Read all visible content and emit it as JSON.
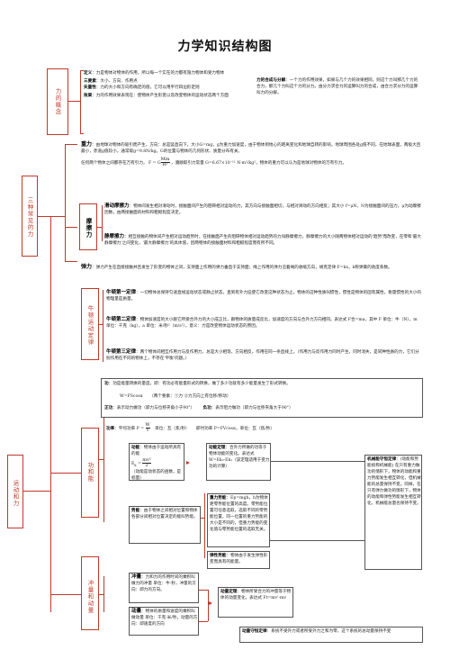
{
  "title": "力学知识结构图",
  "cat_concept": "力的概念",
  "cat_three": "三种常见的力",
  "cat_newton": "牛顿运动定律",
  "cat_motion": "运动和力",
  "cat_energy": "功和能",
  "cat_momentum": "冲量和动量",
  "def_label": "定义",
  "def_text": "：力是物体对物体的作用，所以每一个实在的力都有施力物体和受力物体",
  "three_label": "三要素",
  "three_text": "：大小、方向、作用点",
  "vec_label": "矢量性",
  "vec_text": "：力的大小和方向有确定的值，它可以用平行四边形定则",
  "eff_label": "效果",
  "eff_text": "：力的作用效果表现在：使物体产生形变以及改变物体的运动状态两个方面",
  "comp_label": "力的合成与分解",
  "comp_text": "：一个力的作用效果，如果与几个力的效果相同，则这个力叫那几个力的合力，那几个力叫这个力的分力。由分力求合力的运算叫力的合成，由合力求分力的运算叫力的分解。",
  "grav_label": "重力",
  "grav_text": "：由地球对物体的吸引而产生，方向：总是竖直向下，大小G=mg，g为重力加速度，由于物体到地心的距离变化和地球自转的影响，地球周围各处g值不同，在地球表面，两极大且最小，赤道g值较小，通常取g=9.8N/kg。G的位置与物体的几何形状、质量分布有关。",
  "grav_formula_text": "任何两个物体之间都存在万有引力，",
  "grav_formula_tail": "，遵顺取引力常量 G=6.67×10⁻¹¹ N·m²/kg²，物体的重力可以认为是地球对物体的万有引力。",
  "fric_label": "摩擦力",
  "fric_static_label": "滑动摩擦力",
  "fric_static_text": "：物体间发生相对滑动时，接触面间产生的阻碍相对运动的力，其方向与接触面相切，与相对滑动的方向相反；其大小 f=μN，N为接触面间的压力，μ为动摩擦因数，由两接触面的材料和粗糙程度决定。",
  "fric_kin_label": "静摩擦力",
  "fric_kin_text": "：相互接触的物体间产生相对运动趋势时，在接触面产生的阻碍物体相对运动趋势的力叫静摩擦力，静摩擦力的大小随两物体相对运动的'趋势'而改变，在零和'最大静摩擦力'之间变化，'最大静摩擦力'的具体值，因两物体的接触面材料和粗糙程度而有所不同。",
  "elastic_label": "弹力",
  "elastic_text": "：弹力产生在直接接触并且发生了形变的物体之间，支持面上作用的弹力垂直于支持面；绳上作用的弹力沿着绳的收缩方向，胡克定律 F=kx，k称弹簧的劲度系数。",
  "n1_label": "牛顿第一定律",
  "n1_text": "：一切物体总保持匀速直线运动状态或静止状态，直到有外力迫使它改变这种状态为止。物体的这种性质叫惯性，惯性是物体的固有属性，衡量惯性的大小的物理量是质量。",
  "n2_label": "牛顿第二定律",
  "n2_text": "：物体加速度的大小跟它所受合外力的大小成正比，跟物体的质量成反比，加速度的方向与合外力方向相同。表达式 F合=ma，其中 F 单位：牛（N），m 单位：千克（kg），a 单位：米/秒²（m/s²），意义：力是改变物体运动状态的原因。",
  "n3_label": "牛顿第三定律",
  "n3_text": "：两个物体间相互作用力与反作用力，总是大小相等，方向相反，作用在同一条直线上。（作用力与反作用力同时产生，同时消失，是同种性质的力，它们分别作用在不同的物体上，不存在'平衡'问题。）",
  "work_label": "功",
  "work_text": "：功是能量转换的量度，即：有功必有能量形式的转换，做了多少功就有多少能量发生了形式转换。",
  "work_formula": "W=FScosα",
  "work_cond": "（两个要素：①力 ②力方向上有位移/移动）",
  "work_pos_label": "正功",
  "work_pos_text": "：表示动力做功（即力与位移夹角小于90°）",
  "work_neg_label": "负功",
  "work_neg_text": "：表示阻力做功（即力与位移夹角大于90°）",
  "power_label": "功率",
  "power_text": "：平均功率",
  "power_unit": "单位：瓦（焦/秒）",
  "power_inst": "即时功率 P=FVcosα，单位：瓦（焦/秒）",
  "ke_label": "动能",
  "ke_text": "：物体由于运动所具有的能",
  "ke_tail": "（动能是动状态的函数，是标量）",
  "kethm_label": "动能定理",
  "kethm_text": "：合外力所做的功等于物体动能的变化。表达式 W=Ek₂-Ek₁（该定理适用于变力功的计算）",
  "pe_label": "势能",
  "pe_text": "：由于物体之间相对位置和物体各部分间相对位置决定的能叫势能。",
  "gpe_label": "重力势能",
  "gpe_text": "：Ep=mgh，h为物体距零势能位置的高度。零势能位置可任意选取，选取不同的零势能位置，同一位置的重力势能的大小是不同的，但重力势能的变化值与零势能位置的选取无关。",
  "epe_label": "弹性势能",
  "epe_text": "：物体由于发生弹性形变而具有的能量。",
  "mech_label": "机械能守恒定律",
  "mech_text": "：(动能和势能统称机械能) 在只有重力做功的情形下，物体的动能和重力势能发生相互转化，但机械能的总量保持不变。同样，在只有弹力做功的情形下，物体的动能和弹性势能发生相互转化，机械能总量也保持不变。",
  "impulse_label": "冲量",
  "impulse_text": "：力和力的作用时间的乘积叫做力的冲量 单位：牛·秒，冲量的方向：即力的方向。",
  "mom_label": "动量",
  "mom_text": "：物体的质量和速度的乘积叫做动量 单位：千克·米/秒，动量的方向：即速度的方向",
  "momthm_label": "动量定理",
  "momthm_text": "：物体所受合力的冲量等于物体的动量变化，表达式 Ft=mv'-mv",
  "cons_label": "动量守恒定律",
  "cons_text": "：系统不受外力或者所受外力之和为零，这个系统的总动量保持不变"
}
